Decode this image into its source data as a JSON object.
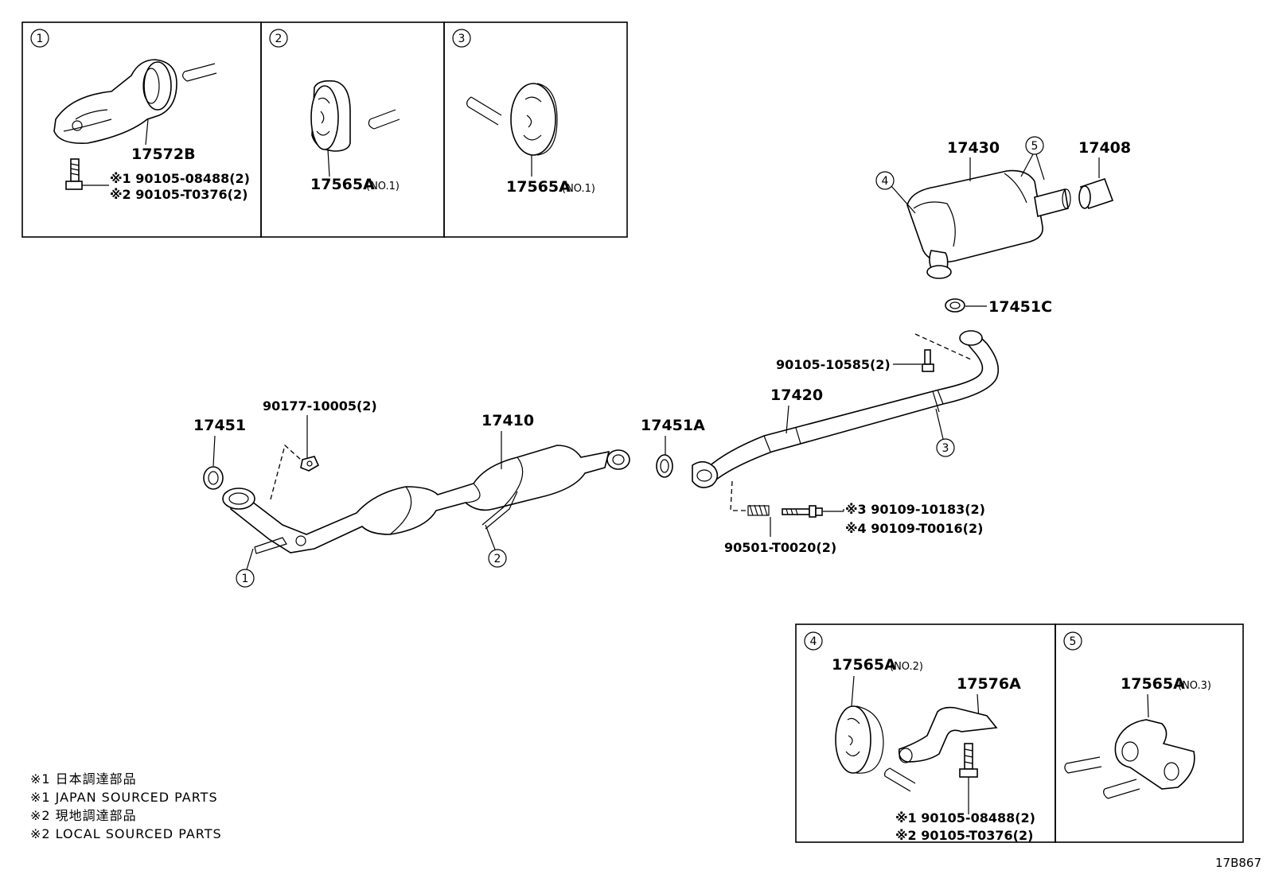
{
  "diagram_id": "17B867",
  "inset_boxes": [
    {
      "circle": "1",
      "part": "17572B",
      "bolt_1": "※1 90105-08488(2)",
      "bolt_2": "※2 90105-T0376(2)"
    },
    {
      "circle": "2",
      "part": "17565A",
      "note": "(NO.1)"
    },
    {
      "circle": "3",
      "part": "17565A",
      "note": "(NO.1)"
    },
    {
      "circle": "4",
      "part_a": "17565A",
      "note_a": "(NO.2)",
      "part_b": "17576A",
      "bolt_1": "※1 90105-08488(2)",
      "bolt_2": "※2 90105-T0376(2)"
    },
    {
      "circle": "5",
      "part": "17565A",
      "note": "(NO.3)"
    }
  ],
  "labels": {
    "p17430": "17430",
    "p17408": "17408",
    "p17451C": "17451C",
    "p90105_10585": "90105-10585(2)",
    "p17420": "17420",
    "p17451A": "17451A",
    "p17410": "17410",
    "p90177": "90177-10005(2)",
    "p17451": "17451",
    "p90109_a": "※3 90109-10183(2)",
    "p90109_b": "※4 90109-T0016(2)",
    "p90501": "90501-T0020(2)"
  },
  "callouts": {
    "c1": "1",
    "c2": "2",
    "c3": "3",
    "c4": "4",
    "c5": "5"
  },
  "footnotes": [
    "※1 日本調達部品",
    "※1 JAPAN SOURCED PARTS",
    "※2 現地調達部品",
    "※2 LOCAL SOURCED PARTS"
  ]
}
